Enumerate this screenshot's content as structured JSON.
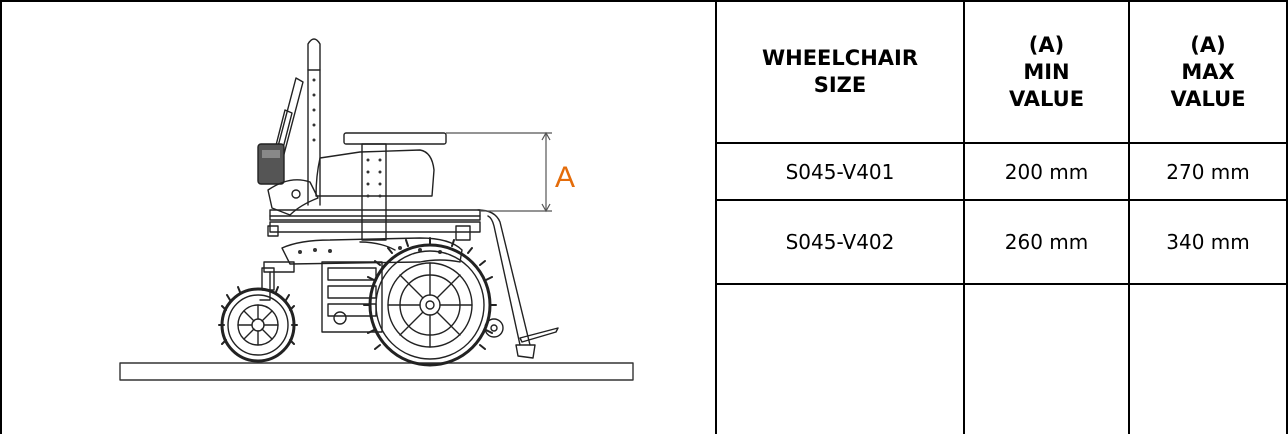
{
  "diagram": {
    "dimension_label": "A",
    "dimension_color": "#e46c0a"
  },
  "table": {
    "headers": [
      {
        "lines": [
          "WHEELCHAIR",
          "SIZE"
        ]
      },
      {
        "lines": [
          "(A)",
          "MIN",
          "VALUE"
        ]
      },
      {
        "lines": [
          "(A)",
          "MAX",
          "VALUE"
        ]
      }
    ],
    "rows": [
      {
        "size": "S045-V401",
        "min": "200 mm",
        "max": "270 mm"
      },
      {
        "size": "S045-V402",
        "min": "260 mm",
        "max": "340 mm"
      },
      {
        "size": "",
        "min": "",
        "max": ""
      }
    ]
  }
}
